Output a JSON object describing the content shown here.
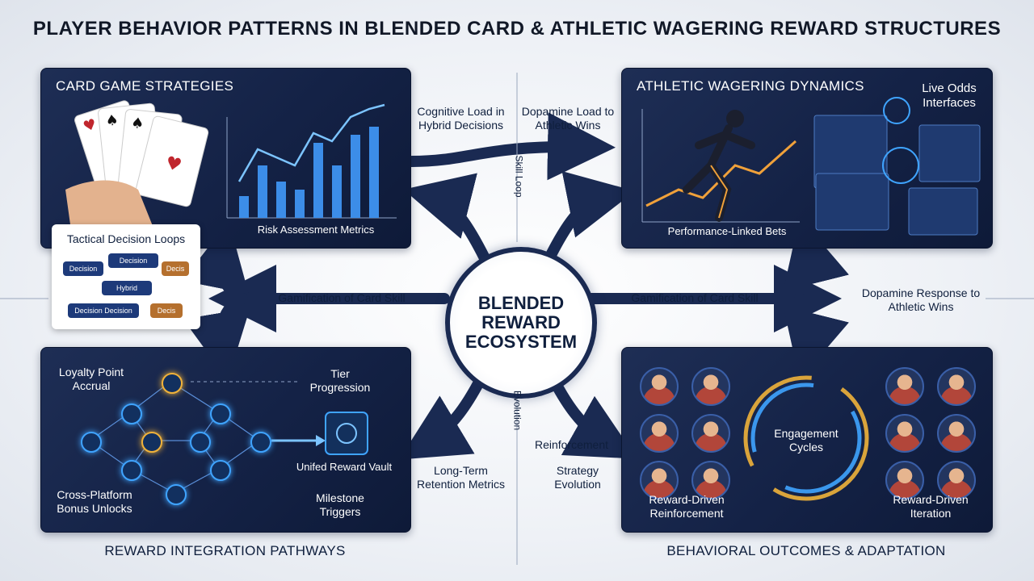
{
  "title": "PLAYER BEHAVIOR PATTERNS IN BLENDED CARD & ATHLETIC WAGERING REWARD STRUCTURES",
  "center": {
    "line1": "BLENDED",
    "line2": "REWARD",
    "line3": "ECOSYSTEM"
  },
  "card_panel": {
    "title": "CARD GAME STRATEGIES",
    "chart_label": "Risk Assessment Metrics",
    "callout_title": "Tactical Decision Loops",
    "loop_labels": [
      "Decision",
      "Decision",
      "Decis",
      "Hybrid",
      "Decision Decision",
      "Decis"
    ]
  },
  "athletic_panel": {
    "title": "ATHLETIC WAGERING DYNAMICS",
    "live_odds": "Live Odds Interfaces",
    "bets_label": "Performance-Linked Bets"
  },
  "reward_panel": {
    "loyalty": "Loyalty Point Accrual",
    "tier": "Tier Progression",
    "vault": "Unifed Reward Vault",
    "cross": "Cross-Platform Bonus Unlocks",
    "milestone": "Milestone Triggers"
  },
  "outcome_panel": {
    "cycles": "Engagement Cycles",
    "reinforcement": "Reward-Driven Reinforcement",
    "iteration": "Reward-Driven Iteration"
  },
  "connectors": {
    "cognitive": "Cognitive Load in Hybrid Decisions",
    "dopamine_load": "Dopamine Load to Athletic Wins",
    "skill_top": "Skill Loop",
    "gamify_left": "Gamification of Card Skill",
    "gamify_right": "Gamification of Card Skill",
    "dopamine_response": "Dopamine Response to Athletic Wins",
    "evolution_mid": "Evolution",
    "reinforcement": "Reinforcement",
    "retention": "Long-Term Retention Metrics",
    "strategy": "Strategy Evolution"
  },
  "captions": {
    "bottom_left": "REWARD INTEGRATION PATHWAYS",
    "bottom_right": "BEHAVIORAL OUTCOMES & ADAPTATION"
  },
  "colors": {
    "navy": "#142246",
    "arrow": "#1a2a52",
    "glow_blue": "#3fa4ff",
    "glow_gold": "#f0b23a"
  }
}
